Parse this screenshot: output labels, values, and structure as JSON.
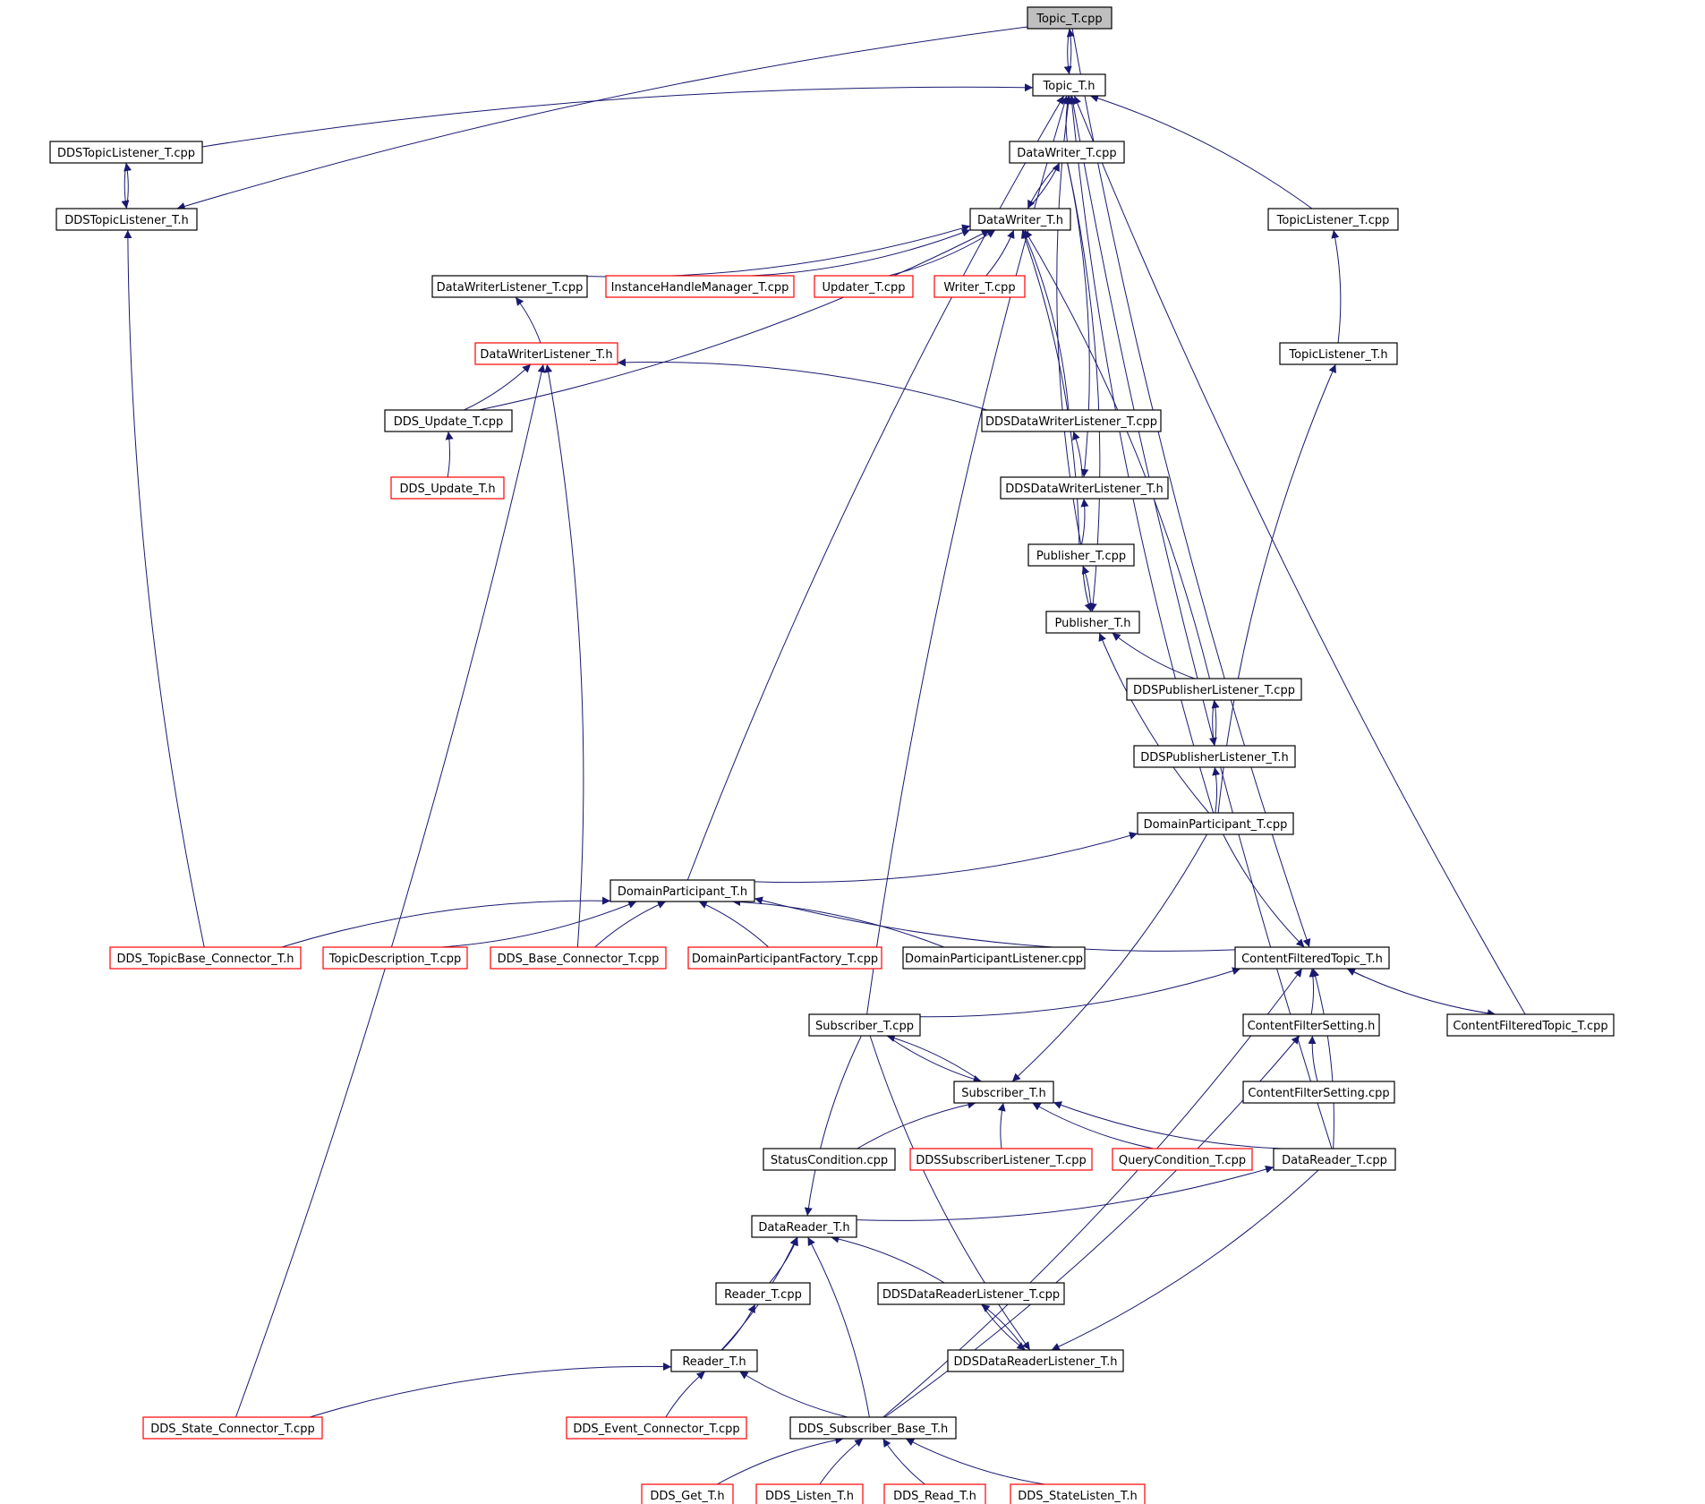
{
  "colors": {
    "edge": "#191970",
    "border_default": "#000000",
    "border_undocumented": "#ff0000",
    "fill_default": "#ffffff",
    "fill_root": "#bfbfbf"
  },
  "nodes": [
    {
      "id": "topic_t_cpp",
      "label": "Topic_T.cpp",
      "style": "root"
    },
    {
      "id": "topic_t_h",
      "label": "Topic_T.h",
      "style": "default"
    },
    {
      "id": "ddstopiclistener_t_cpp",
      "label": "DDSTopicListener_T.cpp",
      "style": "default"
    },
    {
      "id": "datawriter_t_cpp",
      "label": "DataWriter_T.cpp",
      "style": "default"
    },
    {
      "id": "ddstopiclistener_t_h",
      "label": "DDSTopicListener_T.h",
      "style": "default"
    },
    {
      "id": "datawriter_t_h",
      "label": "DataWriter_T.h",
      "style": "default"
    },
    {
      "id": "topiclistener_t_cpp",
      "label": "TopicListener_T.cpp",
      "style": "default"
    },
    {
      "id": "datawriterlistener_t_cpp",
      "label": "DataWriterListener_T.cpp",
      "style": "default"
    },
    {
      "id": "instancehandlemanager_t_cpp",
      "label": "InstanceHandleManager_T.cpp",
      "style": "undocumented"
    },
    {
      "id": "updater_t_cpp",
      "label": "Updater_T.cpp",
      "style": "undocumented"
    },
    {
      "id": "writer_t_cpp",
      "label": "Writer_T.cpp",
      "style": "undocumented"
    },
    {
      "id": "datawriterlistener_t_h",
      "label": "DataWriterListener_T.h",
      "style": "undocumented"
    },
    {
      "id": "topiclistener_t_h",
      "label": "TopicListener_T.h",
      "style": "default"
    },
    {
      "id": "dds_update_t_cpp",
      "label": "DDS_Update_T.cpp",
      "style": "default"
    },
    {
      "id": "ddsdatawriterlistener_t_cpp",
      "label": "DDSDataWriterListener_T.cpp",
      "style": "default"
    },
    {
      "id": "dds_update_t_h",
      "label": "DDS_Update_T.h",
      "style": "undocumented"
    },
    {
      "id": "ddsdatawriterlistener_t_h",
      "label": "DDSDataWriterListener_T.h",
      "style": "default"
    },
    {
      "id": "publisher_t_cpp",
      "label": "Publisher_T.cpp",
      "style": "default"
    },
    {
      "id": "publisher_t_h",
      "label": "Publisher_T.h",
      "style": "default"
    },
    {
      "id": "ddspublisherlistener_t_cpp",
      "label": "DDSPublisherListener_T.cpp",
      "style": "default"
    },
    {
      "id": "ddspublisherlistener_t_h",
      "label": "DDSPublisherListener_T.h",
      "style": "default"
    },
    {
      "id": "domainparticipant_t_cpp",
      "label": "DomainParticipant_T.cpp",
      "style": "default"
    },
    {
      "id": "domainparticipant_t_h",
      "label": "DomainParticipant_T.h",
      "style": "default"
    },
    {
      "id": "dds_topicbase_connector_t_h",
      "label": "DDS_TopicBase_Connector_T.h",
      "style": "undocumented"
    },
    {
      "id": "topicdescription_t_cpp",
      "label": "TopicDescription_T.cpp",
      "style": "undocumented"
    },
    {
      "id": "dds_base_connector_t_cpp",
      "label": "DDS_Base_Connector_T.cpp",
      "style": "undocumented"
    },
    {
      "id": "domainparticipantfactory_t_cpp",
      "label": "DomainParticipantFactory_T.cpp",
      "style": "undocumented"
    },
    {
      "id": "domainparticipantlistener_cpp",
      "label": "DomainParticipantListener.cpp",
      "style": "default"
    },
    {
      "id": "contentfilteredtopic_t_h",
      "label": "ContentFilteredTopic_T.h",
      "style": "default"
    },
    {
      "id": "subscriber_t_cpp",
      "label": "Subscriber_T.cpp",
      "style": "default"
    },
    {
      "id": "contentfiltersetting_h",
      "label": "ContentFilterSetting.h",
      "style": "default"
    },
    {
      "id": "contentfilteredtopic_t_cpp",
      "label": "ContentFilteredTopic_T.cpp",
      "style": "default"
    },
    {
      "id": "subscriber_t_h",
      "label": "Subscriber_T.h",
      "style": "default"
    },
    {
      "id": "contentfiltersetting_cpp",
      "label": "ContentFilterSetting.cpp",
      "style": "default"
    },
    {
      "id": "statuscondition_cpp",
      "label": "StatusCondition.cpp",
      "style": "default"
    },
    {
      "id": "ddssubscriberlistener_t_cpp",
      "label": "DDSSubscriberListener_T.cpp",
      "style": "undocumented"
    },
    {
      "id": "querycondition_t_cpp",
      "label": "QueryCondition_T.cpp",
      "style": "undocumented"
    },
    {
      "id": "datareader_t_cpp",
      "label": "DataReader_T.cpp",
      "style": "default"
    },
    {
      "id": "datareader_t_h",
      "label": "DataReader_T.h",
      "style": "default"
    },
    {
      "id": "reader_t_cpp",
      "label": "Reader_T.cpp",
      "style": "default"
    },
    {
      "id": "ddsdatareaderlistener_t_cpp",
      "label": "DDSDataReaderListener_T.cpp",
      "style": "default"
    },
    {
      "id": "reader_t_h",
      "label": "Reader_T.h",
      "style": "default"
    },
    {
      "id": "ddsdatareaderlistener_t_h",
      "label": "DDSDataReaderListener_T.h",
      "style": "default"
    },
    {
      "id": "dds_state_connector_t_cpp",
      "label": "DDS_State_Connector_T.cpp",
      "style": "undocumented"
    },
    {
      "id": "dds_event_connector_t_cpp",
      "label": "DDS_Event_Connector_T.cpp",
      "style": "undocumented"
    },
    {
      "id": "dds_subscriber_base_t_h",
      "label": "DDS_Subscriber_Base_T.h",
      "style": "default"
    },
    {
      "id": "dds_get_t_h",
      "label": "DDS_Get_T.h",
      "style": "undocumented"
    },
    {
      "id": "dds_listen_t_h",
      "label": "DDS_Listen_T.h",
      "style": "undocumented"
    },
    {
      "id": "dds_read_t_h",
      "label": "DDS_Read_T.h",
      "style": "undocumented"
    },
    {
      "id": "dds_statelisten_t_h",
      "label": "DDS_StateListen_T.h",
      "style": "undocumented"
    }
  ],
  "edges": [
    [
      "topic_t_h",
      "topic_t_cpp"
    ],
    [
      "topic_t_cpp",
      "topic_t_h"
    ],
    [
      "topic_t_cpp",
      "ddstopiclistener_t_h"
    ],
    [
      "topic_t_cpp",
      "contentfilteredtopic_t_h"
    ],
    [
      "ddstopiclistener_t_cpp",
      "topic_t_h"
    ],
    [
      "datawriter_t_cpp",
      "topic_t_h"
    ],
    [
      "topiclistener_t_cpp",
      "topic_t_h"
    ],
    [
      "publisher_t_cpp",
      "topic_t_h"
    ],
    [
      "domainparticipant_t_cpp",
      "topic_t_h"
    ],
    [
      "contentfilteredtopic_t_cpp",
      "topic_t_h"
    ],
    [
      "datareader_t_cpp",
      "topic_t_h"
    ],
    [
      "subscriber_t_cpp",
      "topic_t_h"
    ],
    [
      "domainparticipant_t_h",
      "topic_t_h"
    ],
    [
      "ddstopiclistener_t_h",
      "ddstopiclistener_t_cpp"
    ],
    [
      "ddstopiclistener_t_cpp",
      "ddstopiclistener_t_h"
    ],
    [
      "dds_topicbase_connector_t_h",
      "ddstopiclistener_t_h"
    ],
    [
      "datawriter_t_h",
      "datawriter_t_cpp"
    ],
    [
      "datawriter_t_cpp",
      "datawriter_t_h"
    ],
    [
      "datawriter_t_cpp",
      "ddsdatawriterlistener_t_h"
    ],
    [
      "datawriter_t_cpp",
      "publisher_t_h"
    ],
    [
      "datawriterlistener_t_cpp",
      "datawriter_t_h"
    ],
    [
      "instancehandlemanager_t_cpp",
      "datawriter_t_h"
    ],
    [
      "updater_t_cpp",
      "datawriter_t_h"
    ],
    [
      "writer_t_cpp",
      "datawriter_t_h"
    ],
    [
      "dds_update_t_cpp",
      "datawriter_t_h"
    ],
    [
      "ddsdatawriterlistener_t_cpp",
      "datawriter_t_h"
    ],
    [
      "publisher_t_cpp",
      "datawriter_t_h"
    ],
    [
      "ddspublisherlistener_t_cpp",
      "datawriter_t_h"
    ],
    [
      "datawriterlistener_t_h",
      "datawriterlistener_t_cpp"
    ],
    [
      "dds_update_t_cpp",
      "datawriterlistener_t_h"
    ],
    [
      "ddsdatawriterlistener_t_cpp",
      "datawriterlistener_t_h"
    ],
    [
      "dds_state_connector_t_cpp",
      "datawriterlistener_t_h"
    ],
    [
      "dds_base_connector_t_cpp",
      "datawriterlistener_t_h"
    ],
    [
      "topiclistener_t_h",
      "topiclistener_t_cpp"
    ],
    [
      "domainparticipant_t_cpp",
      "topiclistener_t_h"
    ],
    [
      "dds_update_t_h",
      "dds_update_t_cpp"
    ],
    [
      "ddsdatawriterlistener_t_h",
      "ddsdatawriterlistener_t_cpp"
    ],
    [
      "publisher_t_cpp",
      "ddsdatawriterlistener_t_h"
    ],
    [
      "publisher_t_h",
      "publisher_t_cpp"
    ],
    [
      "publisher_t_cpp",
      "publisher_t_h"
    ],
    [
      "ddspublisherlistener_t_cpp",
      "publisher_t_h"
    ],
    [
      "domainparticipant_t_cpp",
      "publisher_t_h"
    ],
    [
      "ddspublisherlistener_t_h",
      "ddspublisherlistener_t_cpp"
    ],
    [
      "ddspublisherlistener_t_cpp",
      "ddspublisherlistener_t_h"
    ],
    [
      "domainparticipant_t_cpp",
      "ddspublisherlistener_t_h"
    ],
    [
      "domainparticipant_t_h",
      "domainparticipant_t_cpp"
    ],
    [
      "dds_topicbase_connector_t_h",
      "domainparticipant_t_h"
    ],
    [
      "topicdescription_t_cpp",
      "domainparticipant_t_h"
    ],
    [
      "dds_base_connector_t_cpp",
      "domainparticipant_t_h"
    ],
    [
      "domainparticipantfactory_t_cpp",
      "domainparticipant_t_h"
    ],
    [
      "domainparticipantlistener_cpp",
      "domainparticipant_t_h"
    ],
    [
      "contentfilteredtopic_t_h",
      "domainparticipant_t_h"
    ],
    [
      "domainparticipant_t_cpp",
      "contentfilteredtopic_t_h"
    ],
    [
      "domainparticipant_t_cpp",
      "subscriber_t_h"
    ],
    [
      "subscriber_t_cpp",
      "contentfilteredtopic_t_h"
    ],
    [
      "contentfiltersetting_h",
      "contentfilteredtopic_t_h"
    ],
    [
      "contentfilteredtopic_t_cpp",
      "contentfilteredtopic_t_h"
    ],
    [
      "contentfilteredtopic_t_h",
      "contentfilteredtopic_t_cpp"
    ],
    [
      "datareader_t_cpp",
      "contentfilteredtopic_t_h"
    ],
    [
      "dds_subscriber_base_t_h",
      "contentfilteredtopic_t_h"
    ],
    [
      "contentfiltersetting_cpp",
      "contentfiltersetting_h"
    ],
    [
      "dds_subscriber_base_t_h",
      "contentfiltersetting_h"
    ],
    [
      "subscriber_t_h",
      "subscriber_t_cpp"
    ],
    [
      "subscriber_t_cpp",
      "subscriber_t_h"
    ],
    [
      "statuscondition_cpp",
      "subscriber_t_h"
    ],
    [
      "ddssubscriberlistener_t_cpp",
      "subscriber_t_h"
    ],
    [
      "querycondition_t_cpp",
      "subscriber_t_h"
    ],
    [
      "datareader_t_cpp",
      "subscriber_t_h"
    ],
    [
      "subscriber_t_cpp",
      "datareader_t_h"
    ],
    [
      "subscriber_t_cpp",
      "ddsdatareaderlistener_t_h"
    ],
    [
      "datareader_t_h",
      "datareader_t_cpp"
    ],
    [
      "datareader_t_cpp",
      "ddsdatareaderlistener_t_h"
    ],
    [
      "reader_t_cpp",
      "datareader_t_h"
    ],
    [
      "ddsdatareaderlistener_t_cpp",
      "datareader_t_h"
    ],
    [
      "reader_t_h",
      "datareader_t_h"
    ],
    [
      "dds_subscriber_base_t_h",
      "datareader_t_h"
    ],
    [
      "reader_t_h",
      "reader_t_cpp"
    ],
    [
      "ddsdatareaderlistener_t_h",
      "ddsdatareaderlistener_t_cpp"
    ],
    [
      "ddsdatareaderlistener_t_cpp",
      "ddsdatareaderlistener_t_h"
    ],
    [
      "dds_state_connector_t_cpp",
      "reader_t_h"
    ],
    [
      "dds_event_connector_t_cpp",
      "reader_t_h"
    ],
    [
      "dds_subscriber_base_t_h",
      "reader_t_h"
    ],
    [
      "dds_get_t_h",
      "dds_subscriber_base_t_h"
    ],
    [
      "dds_listen_t_h",
      "dds_subscriber_base_t_h"
    ],
    [
      "dds_read_t_h",
      "dds_subscriber_base_t_h"
    ],
    [
      "dds_statelisten_t_h",
      "dds_subscriber_base_t_h"
    ]
  ]
}
